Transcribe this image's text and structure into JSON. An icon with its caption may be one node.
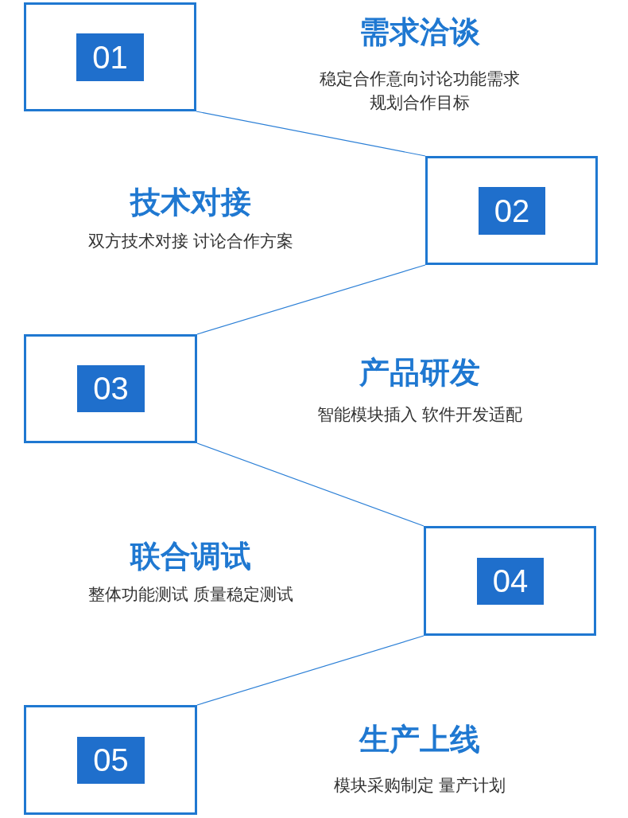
{
  "diagram": {
    "nodes": [
      {
        "text": [],
        "shape": "box",
        "beside": [
          "需求洽谈",
          "稳定合作意向讨论功能需求规划合作目标"
        ]
      },
      {
        "text": [
          "01"
        ],
        "in": 0
      },
      {
        "text": [],
        "shape": "box",
        "beside": [
          "技术对接",
          "双方技术对接 讨论合作方案"
        ]
      },
      {
        "text": [
          "02"
        ],
        "in": 2
      },
      {
        "text": [],
        "shape": "box",
        "beside": [
          "产品研发",
          "智能模块插入 软件开发适配"
        ]
      },
      {
        "text": [
          "03"
        ],
        "in": 4
      },
      {
        "text": [],
        "shape": "box",
        "beside": [
          "联合调试",
          "整体功能测试 质量稳定测试"
        ]
      },
      {
        "text": [
          "04"
        ],
        "in": 6
      },
      {
        "text": [],
        "shape": "box",
        "beside": [
          "生产上线",
          "模块采购制定 量产计划"
        ]
      },
      {
        "text": [
          "05"
        ],
        "in": 8
      }
    ],
    "edges": [
      {
        "from": 0,
        "to": 2,
        "arrow": "none"
      },
      {
        "from": 2,
        "to": 4,
        "arrow": "none"
      },
      {
        "from": 4,
        "to": 6,
        "arrow": "none"
      },
      {
        "from": 6,
        "to": 8,
        "arrow": "none"
      }
    ]
  }
}
